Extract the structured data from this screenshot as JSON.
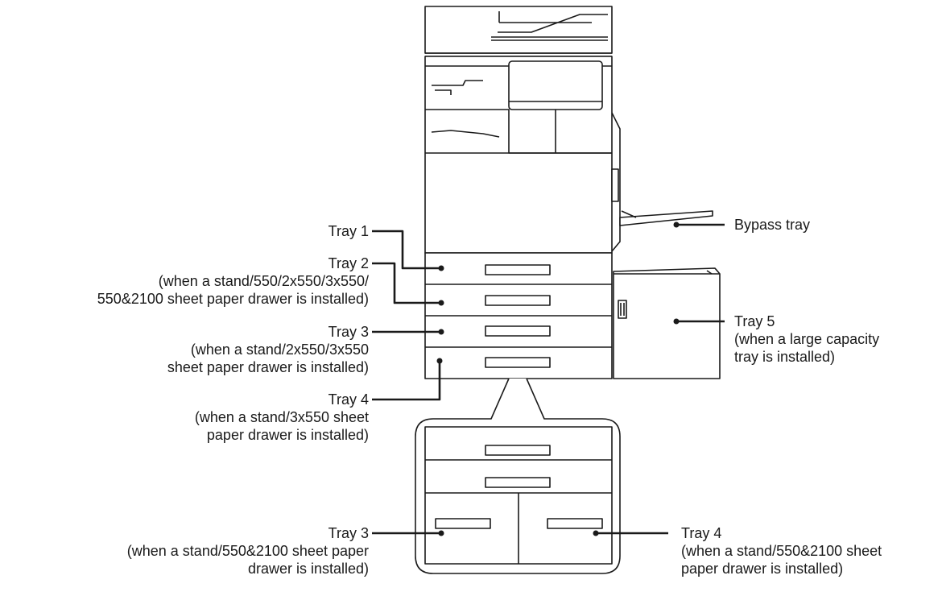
{
  "labels": {
    "tray1": {
      "title": "Tray 1"
    },
    "tray2": {
      "title": "Tray 2",
      "note_l1": "(when a stand/550/2x550/3x550/",
      "note_l2": "550&2100 sheet paper drawer is installed)"
    },
    "tray3": {
      "title": "Tray 3",
      "note_l1": "(when a stand/2x550/3x550",
      "note_l2": "sheet paper drawer is installed)"
    },
    "tray4": {
      "title": "Tray 4",
      "note_l1": "(when a stand/3x550 sheet",
      "note_l2": "paper drawer is installed)"
    },
    "bypass": {
      "title": "Bypass tray"
    },
    "tray5": {
      "title": "Tray 5",
      "note_l1": "(when a large capacity",
      "note_l2": "tray is installed)"
    },
    "tray3_alt": {
      "title": "Tray 3",
      "note_l1": "(when a stand/550&2100 sheet paper",
      "note_l2": "drawer is installed)"
    },
    "tray4_alt": {
      "title": "Tray 4",
      "note_l1": "(when a stand/550&2100 sheet",
      "note_l2": "paper drawer is installed)"
    }
  },
  "colors": {
    "line": "#1a1a1a",
    "fill": "#ffffff",
    "text": "#1a1a1a"
  }
}
